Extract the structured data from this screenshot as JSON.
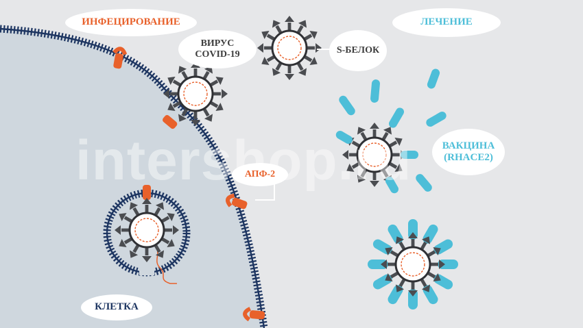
{
  "labels": {
    "infection": "ИНФЕЦИРОВАНИЕ",
    "virus": "ВИРУС\nCOVID-19",
    "s_protein": "S-БЕЛОК",
    "treatment": "ЛЕЧЕНИЕ",
    "vaccine": "ВАКЦИНА\n(RHACE2)",
    "ace2": "АПФ-2",
    "cell": "КЛЕТКА"
  },
  "watermark": "intershop.ru",
  "colors": {
    "background": "#e6e7e9",
    "cell_interior": "#cfd7de",
    "membrane": "#1d3561",
    "receptor": "#e8612b",
    "rna": "#e8612b",
    "spike": "#4a4c50",
    "vaccine": "#4dbed8"
  }
}
